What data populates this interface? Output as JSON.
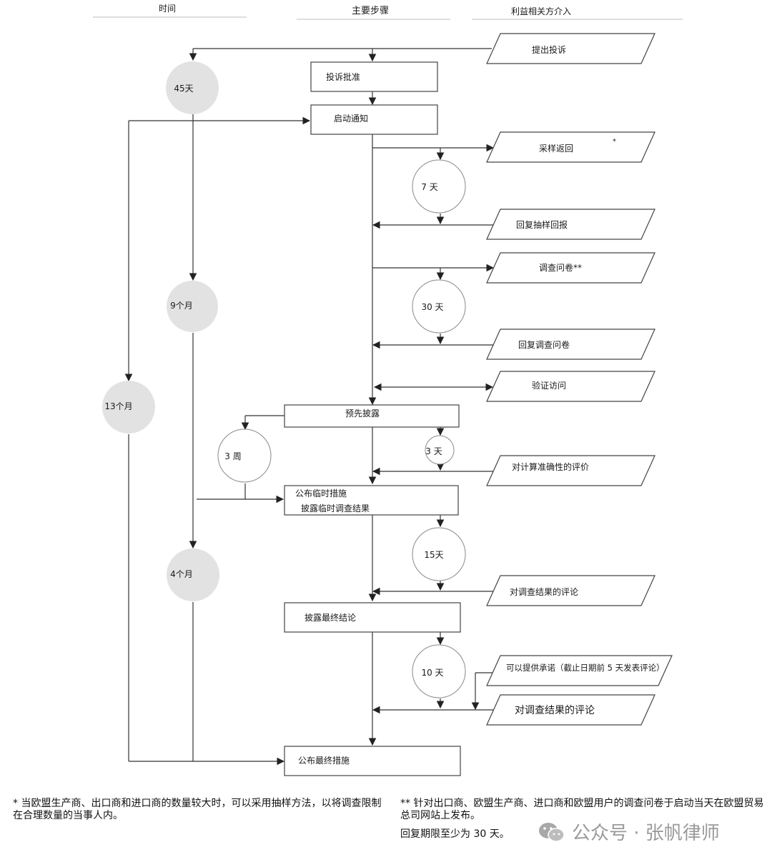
{
  "headers": {
    "time": "时间",
    "main_steps": "主要步骤",
    "stakeholders": "利益相关方介入"
  },
  "steps": {
    "approve": "投诉批准",
    "initiate": "启动通知",
    "pre_disclosure": "预先披露",
    "provisional_1": "公布临时措施",
    "provisional_2": "披露临时调查结果",
    "final_disclosure": "披露最终结论",
    "final_measures": "公布最终措施"
  },
  "stakeholder_actions": {
    "complaint": "提出投诉",
    "sampling": "采样返回",
    "sampling_star": "*",
    "sampling_reply": "回复抽样回报",
    "questionnaire": "调查问卷**",
    "questionnaire_reply": "回复调查问卷",
    "verification": "验证访问",
    "calc_comment": "对计算准确性的评价",
    "findings_comment": "对调查结果的评论",
    "undertaking": "可以提供承诺（截止日期前 5 天发表评论）",
    "final_comment": "对调查结果的评论"
  },
  "durations": {
    "d45": "45天",
    "m9": "9个月",
    "m13": "13个月",
    "m4": "4个月",
    "d7": "7 天",
    "d30": "30 天",
    "w3": "3 周",
    "d3": "3 天",
    "d15": "15天",
    "d10": "10 天"
  },
  "footnotes": {
    "left": "* 当欧盟生产商、出口商和进口商的数量较大时，可以采用抽样方法，以将调查限制在合理数量的当事人内。",
    "right_1": "** 针对出口商、欧盟生产商、进口商和欧盟用户的调查问卷于启动当天在欧盟贸易总司网站上发布。",
    "right_2": "回复期限至少为 30 天。"
  },
  "watermark": {
    "text": "公众号 · 张帆律师",
    "icon": "wechat-icon"
  }
}
